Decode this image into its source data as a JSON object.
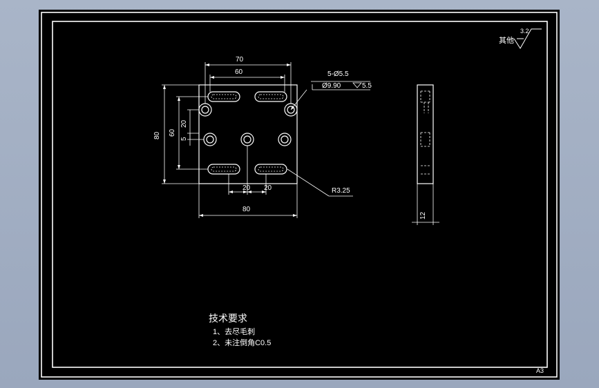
{
  "viewport": {
    "background": "#9eaac0",
    "sheet_color": "#000000",
    "line_color": "#ffffff"
  },
  "roughness": {
    "prefix": "其他",
    "value": "3.2"
  },
  "hole_callout": {
    "line1": "5-Ø5.5",
    "line2": "Ø9.90",
    "depth": "5.5"
  },
  "radius_callout": "R3.25",
  "dims": {
    "top_outer": "70",
    "top_inner": "60",
    "left_outer": "80",
    "left_inner": "60",
    "left_20": "20",
    "left_5": "5",
    "bottom_20a": "20",
    "bottom_20b": "20",
    "bottom_80": "80",
    "side_thickness": "12"
  },
  "notes": {
    "heading": "技术要求",
    "item1": "1、去尽毛刺",
    "item2": "2、未注倒角C0.5"
  },
  "sheet_size": "A3"
}
